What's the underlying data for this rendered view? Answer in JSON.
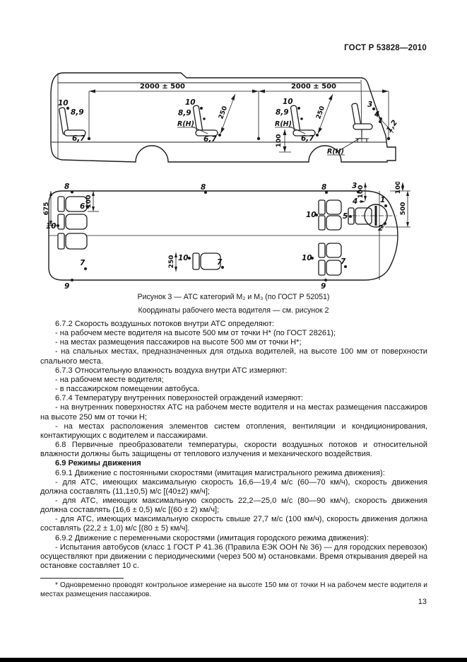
{
  "header": {
    "standard": "ГОСТ Р 53828—2010"
  },
  "figure": {
    "caption1": "Рисунок 3 — АТС категорий М₂ и М₃ (по ГОСТ Р 52051)",
    "caption2": "Координаты рабочего места водителя — см. рисунок 2",
    "side": {
      "dim_span_left": "2000 ± 500",
      "dim_span_right": "2000 ± 500",
      "dim_100": "100",
      "dim_250_mid": "250",
      "dim_250_right": "250",
      "label_10": "10",
      "label_89": "8,9",
      "label_67": "6,7",
      "label_rh": "R(H)",
      "label_3": "3",
      "label_4": "4",
      "label_12": "1,2"
    },
    "plan": {
      "dim_675": "675",
      "dim_100": "100",
      "dim_250": "250",
      "dim_500": "500",
      "label_1": "1",
      "label_2": "2",
      "label_3": "3",
      "label_4": "4",
      "label_5": "5",
      "label_6": "6",
      "label_7": "7",
      "label_8": "8",
      "label_9": "9",
      "label_10": "10"
    }
  },
  "body": {
    "paragraphs": [
      {
        "text": "6.7.2 Скорость воздушных потоков внутри АТС определяют:"
      },
      {
        "text": "- на рабочем месте водителя на высоте 500 мм от точки Н* (по ГОСТ 28261);"
      },
      {
        "text": "- на местах размещения пассажиров на высоте 500 мм от точки Н*;"
      },
      {
        "text": "- на спальных местах, предназначенных для отдыха водителей, на высоте 100 мм от поверхности спального места."
      },
      {
        "text": "6.7.3 Относительную влажность воздуха внутри АТС измеряют:"
      },
      {
        "text": "- на рабочем месте водителя;"
      },
      {
        "text": "- в пассажирском помещении автобуса."
      },
      {
        "text": "6.7.4 Температуру внутренних поверхностей ограждений измеряют:"
      },
      {
        "text": "- на внутренних поверхностях АТС на рабочем месте водителя и на местах размещения пассажиров на высоте 250 мм от точки Н;"
      },
      {
        "text": "- на местах расположения элементов систем отопления, вентиляции и кондиционирования, контактирующих с водителем и пассажирами."
      },
      {
        "text": "6.8 Первичные преобразователи температуры, скорости воздушных потоков и относительной влажности должны быть защищены от теплового излучения и механического воздействия."
      },
      {
        "text": "6.9 Режимы движения"
      },
      {
        "text": "6.9.1 Движение с постоянными скоростями (имитация магистрального режима движения):"
      },
      {
        "text": "- для АТС, имеющих максимальную скорость 16,6—19,4 м/с (60—70 км/ч), скорость движения должна составлять (11,1±0,5) м/с [(40±2) км/ч];"
      },
      {
        "text": "- для АТС, имеющих максимальную скорость 22,2—25,0 м/с (80—90 км/ч), скорость движения должна составлять (16,6 ± 0,5) м/с [(60 ± 2) км/ч];"
      },
      {
        "text": "- для АТС, имеющих максимальную скорость свыше 27,7 м/с (100 км/ч), скорость движения должна составлять (22,2 ± 1,0) м/с [(80 ± 5) км/ч]."
      },
      {
        "text": "6.9.2 Движение с переменными скоростями (имитация городского режима движения):"
      },
      {
        "text": "- Испытания автобусов (класс 1 ГОСТ Р 41.36 (Правила ЕЭК ООН № 36) — для городских перевозок) осуществляют при движении с периодическими (через 500 м) остановками. Время открывания дверей на остановке составляет 10 с."
      }
    ]
  },
  "footnote": {
    "marker": "*",
    "text": "Одновременно проводят контрольное измерение на высоте 150 мм от точки Н на рабочем месте водителя и местах размещения пассажиров."
  },
  "page": {
    "number": "13"
  }
}
